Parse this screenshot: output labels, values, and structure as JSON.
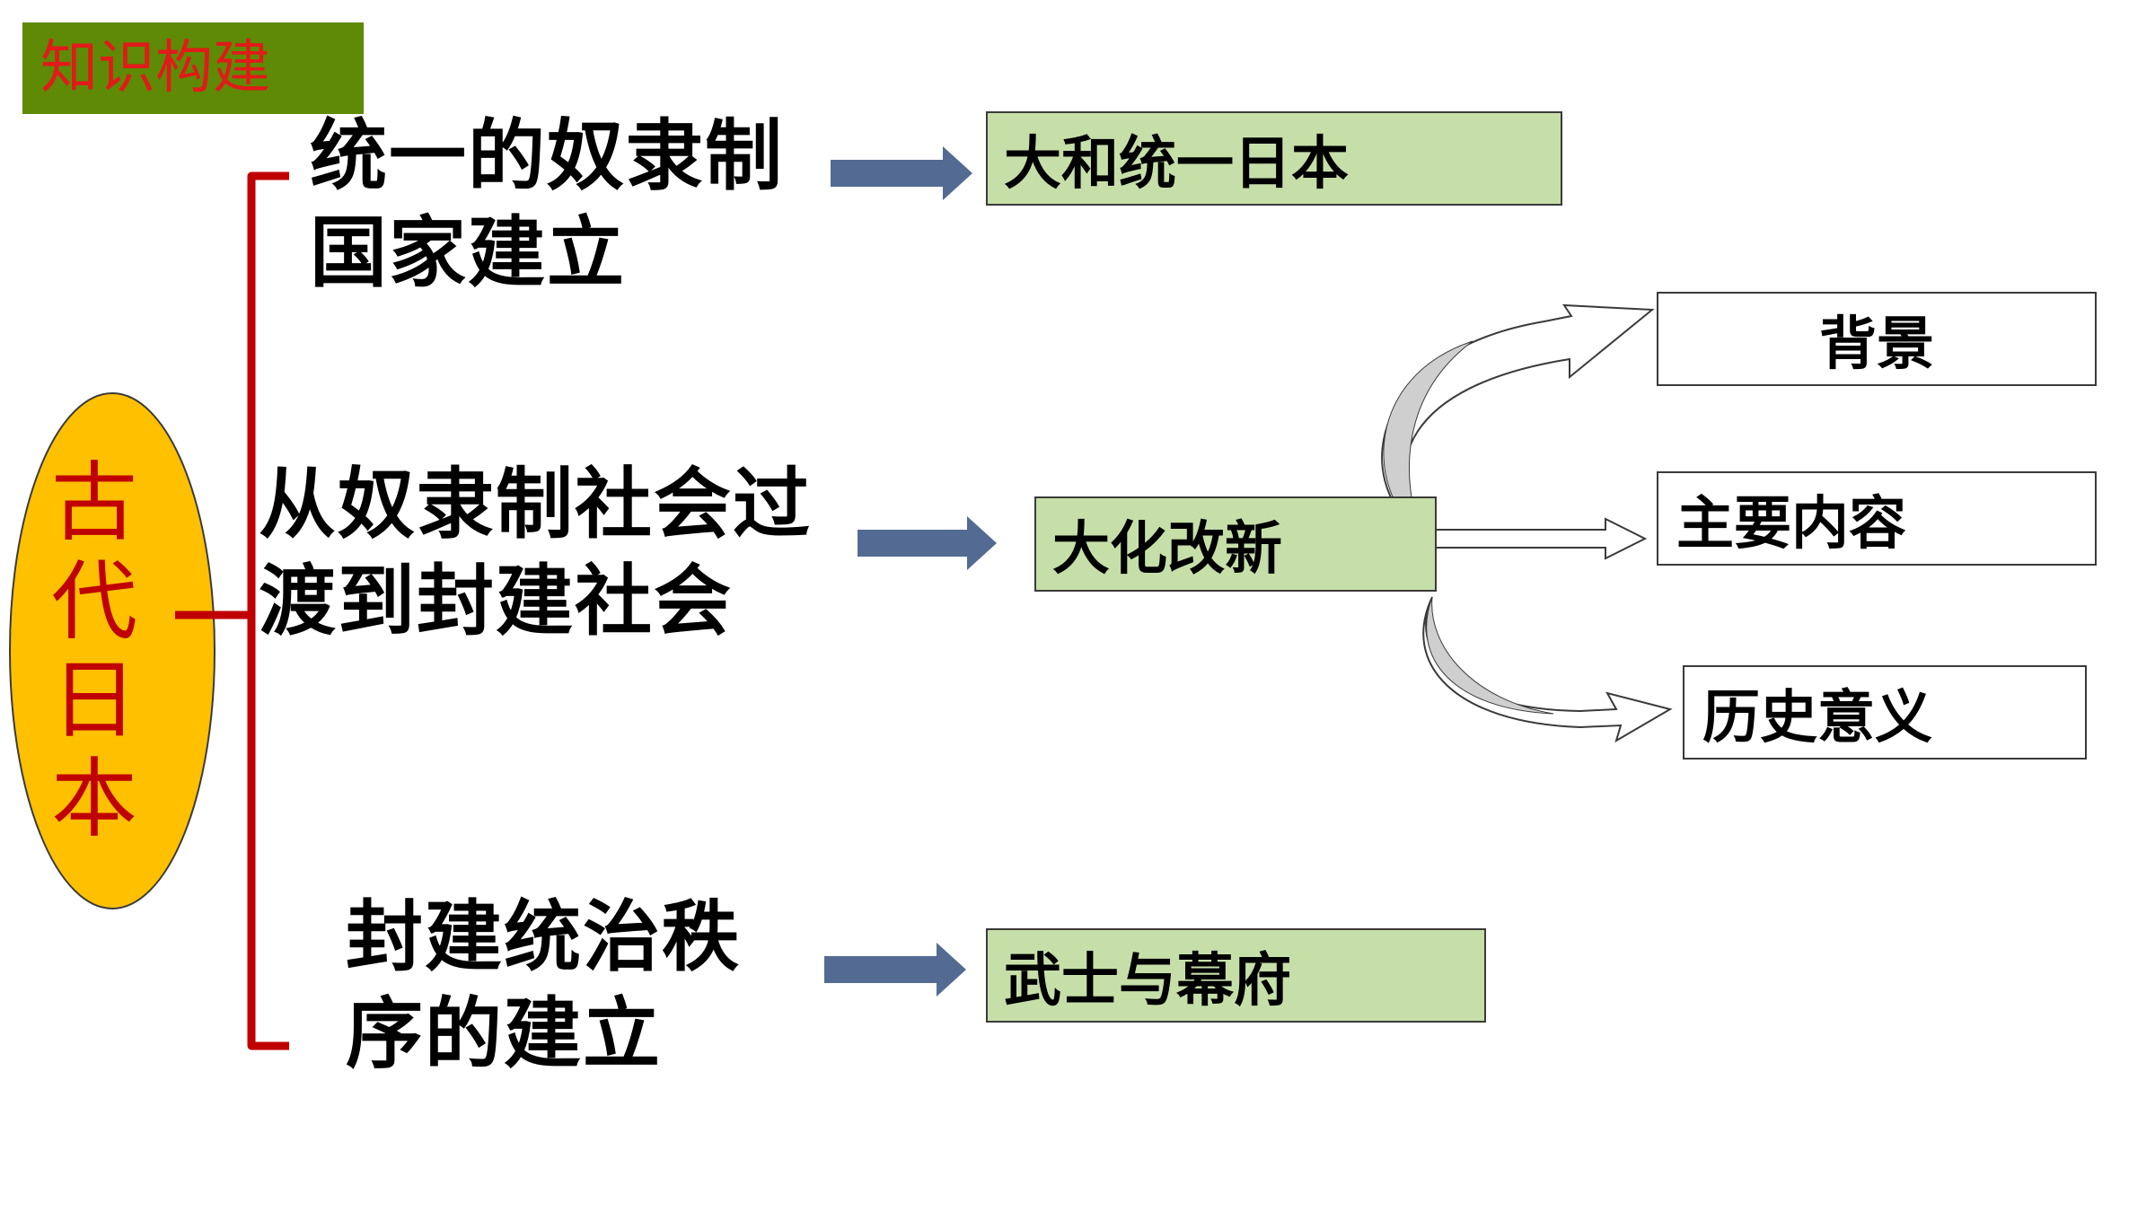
{
  "tag": "知识构建",
  "root": "古代日本",
  "branches": [
    {
      "lines": [
        "统一的奴隶制",
        "国家建立"
      ],
      "result": "大和统一日本"
    },
    {
      "lines": [
        "从奴隶制社会过",
        "渡到封建社会"
      ],
      "result": "大化改新"
    },
    {
      "lines": [
        "封建统治秩",
        "序的建立"
      ],
      "result": "武士与幕府"
    }
  ],
  "reform_details": [
    "背景",
    "主要内容",
    "历史意义"
  ],
  "colors": {
    "tag_bg": "#5e8a06",
    "tag_text": "#e11a1a",
    "ellipse_fill": "#ffc000",
    "brace": "#c00000",
    "arrow": "#536b93",
    "box_fill": "#c6dfa9"
  }
}
